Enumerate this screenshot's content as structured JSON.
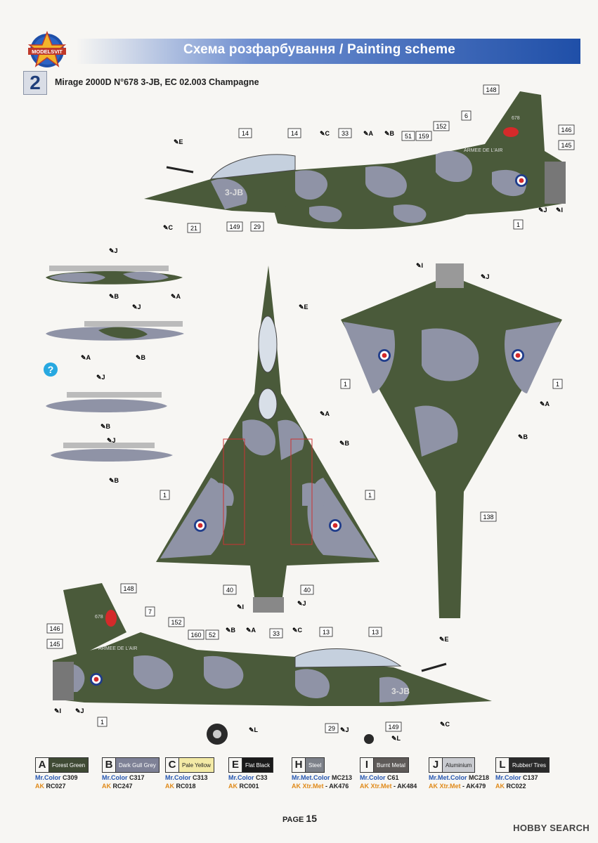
{
  "header": {
    "title": "Схема розфарбування / Painting scheme",
    "logo_text": "MODELSVIT"
  },
  "scheme": {
    "number": "2",
    "title": "Mirage 2000D N°678 3-JB, EC 02.003 Champagne"
  },
  "markings": {
    "tail_code": "3-JB",
    "tail_number": "678",
    "armee": "ARMEE DE L'AIR"
  },
  "callouts_side_top": [
    "148",
    "6",
    "146",
    "145",
    "14",
    "14",
    "33",
    "51",
    "159",
    "152",
    "21",
    "149",
    "29",
    "1"
  ],
  "callouts_other": [
    "1",
    "1",
    "1",
    "1",
    "138",
    "40",
    "40"
  ],
  "callouts_side_bottom": [
    "148",
    "7",
    "146",
    "152",
    "145",
    "160",
    "52",
    "33",
    "13",
    "13",
    "29",
    "149",
    "1"
  ],
  "paint_letters": [
    "E",
    "C",
    "A",
    "B",
    "J",
    "I",
    "L"
  ],
  "colors": {
    "green": "#4a5a3a",
    "grey": "#8f93a6",
    "black": "#1c1c1c",
    "roundel_red": "#d42a2a",
    "roundel_blue": "#1f3c8a",
    "header_blue": "#1f4fa8"
  },
  "legend": [
    {
      "letter": "A",
      "name": "Forest Green",
      "mr": "Mr.Color",
      "mr_code": "C309",
      "ak": "AK",
      "ak_code": "RC027",
      "swatch": "#3f4a34",
      "text_color": "#ffffff"
    },
    {
      "letter": "B",
      "name": "Dark Gull Grey",
      "mr": "Mr.Color",
      "mr_code": "C317",
      "ak": "AK",
      "ak_code": "RC247",
      "swatch": "#7e8196",
      "text_color": "#ffffff"
    },
    {
      "letter": "C",
      "name": "Pale Yellow",
      "mr": "Mr.Color",
      "mr_code": "C313",
      "ak": "AK",
      "ak_code": "RC018",
      "swatch": "#f3eaa6",
      "text_color": "#222222"
    },
    {
      "letter": "E",
      "name": "Flat Black",
      "mr": "Mr.Color",
      "mr_code": "C33",
      "ak": "AK",
      "ak_code": "RC001",
      "swatch": "#1a1a1a",
      "text_color": "#ffffff"
    },
    {
      "letter": "H",
      "name": "Steel",
      "mr": "Mr.Met.Color",
      "mr_code": "MC213",
      "ak": "AK Xtr.Met",
      "ak_code": "- AK476",
      "swatch": "#7d8189",
      "text_color": "#ffffff"
    },
    {
      "letter": "I",
      "name": "Burnt Metal",
      "mr": "Mr.Color",
      "mr_code": "C61",
      "ak": "AK Xtr.Met",
      "ak_code": "- AK484",
      "swatch": "#5e5a58",
      "text_color": "#ffffff"
    },
    {
      "letter": "J",
      "name": "Aluminium",
      "mr": "Mr.Met.Color",
      "mr_code": "MC218",
      "ak": "AK Xtr.Met",
      "ak_code": "- AK479",
      "swatch": "#c9cbd0",
      "text_color": "#222222"
    },
    {
      "letter": "L",
      "name": "Rubber/ Tires",
      "mr": "Mr.Color",
      "mr_code": "C137",
      "ak": "AK",
      "ak_code": "RC022",
      "swatch": "#2a2a2a",
      "text_color": "#ffffff"
    }
  ],
  "footer": {
    "page_label": "PAGE",
    "page_number": "15",
    "watermark": "HOBBY SEARCH"
  }
}
